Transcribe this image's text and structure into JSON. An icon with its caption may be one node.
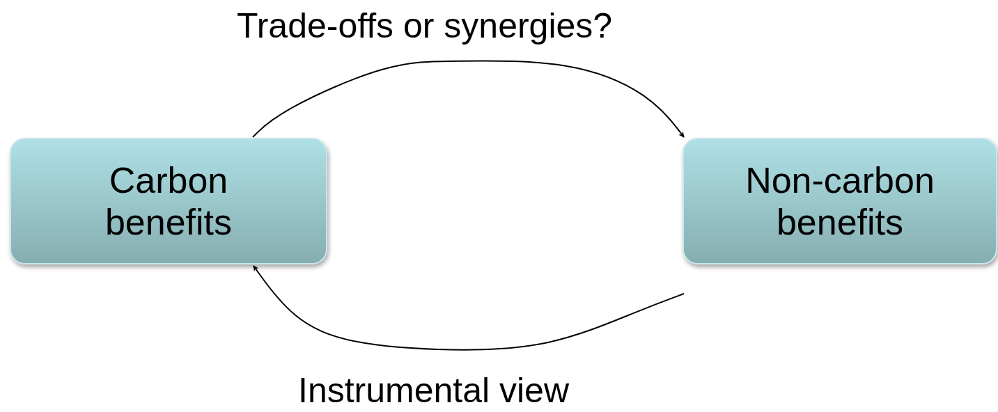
{
  "diagram": {
    "nodes": [
      {
        "text": [
          "Carbon benefits"
        ]
      },
      {
        "text": [
          "Non-carbon benefits"
        ]
      }
    ],
    "edges": [
      {
        "from": 0,
        "to": 1,
        "arrow": "to",
        "label": "Trade-offs or synergies?"
      },
      {
        "from": 1,
        "to": 0,
        "arrow": "to",
        "label": "Instrumental view"
      }
    ]
  }
}
